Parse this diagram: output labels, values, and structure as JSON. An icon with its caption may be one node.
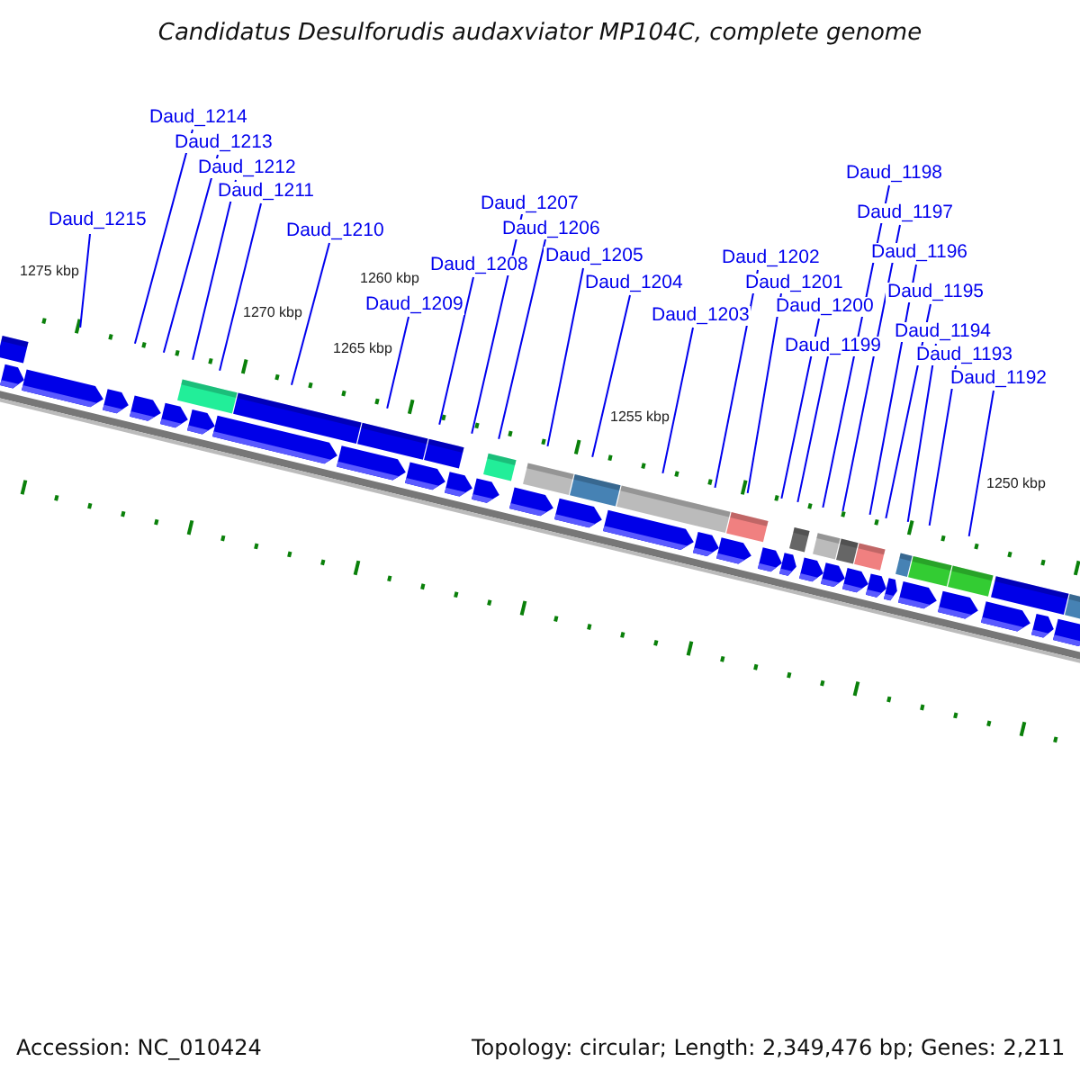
{
  "diagram": {
    "title": "Candidatus Desulforudis audaxviator MP104C, complete genome",
    "nodes": [
      {
        "text": [
          "Daud_1215"
        ]
      },
      {
        "text": [
          "Daud_1214"
        ]
      },
      {
        "text": [
          "Daud_1213"
        ]
      },
      {
        "text": [
          "Daud_1212"
        ]
      },
      {
        "text": [
          "Daud_1211"
        ]
      },
      {
        "text": [
          "Daud_1210"
        ]
      },
      {
        "text": [
          "Daud_1209"
        ]
      },
      {
        "text": [
          "Daud_1208"
        ]
      },
      {
        "text": [
          "Daud_1207"
        ]
      },
      {
        "text": [
          "Daud_1206"
        ]
      },
      {
        "text": [
          "Daud_1205"
        ]
      },
      {
        "text": [
          "Daud_1204"
        ]
      },
      {
        "text": [
          "Daud_1203"
        ]
      },
      {
        "text": [
          "Daud_1202"
        ]
      },
      {
        "text": [
          "Daud_1201"
        ]
      },
      {
        "text": [
          "Daud_1200"
        ]
      },
      {
        "text": [
          "Daud_1199"
        ]
      },
      {
        "text": [
          "Daud_1198"
        ]
      },
      {
        "text": [
          "Daud_1197"
        ]
      },
      {
        "text": [
          "Daud_1196"
        ]
      },
      {
        "text": [
          "Daud_1195"
        ]
      },
      {
        "text": [
          "Daud_1194"
        ]
      },
      {
        "text": [
          "Daud_1193"
        ]
      },
      {
        "text": [
          "Daud_1192"
        ]
      }
    ],
    "edges": [
      {
        "from": 0,
        "to": null,
        "arrow": "none"
      },
      {
        "from": 1,
        "to": null,
        "arrow": "none"
      },
      {
        "from": 2,
        "to": null,
        "arrow": "none"
      },
      {
        "from": 3,
        "to": null,
        "arrow": "none"
      },
      {
        "from": 4,
        "to": null,
        "arrow": "none"
      },
      {
        "from": 5,
        "to": null,
        "arrow": "none"
      },
      {
        "from": 6,
        "to": null,
        "arrow": "none"
      },
      {
        "from": 7,
        "to": null,
        "arrow": "none"
      },
      {
        "from": 8,
        "to": null,
        "arrow": "none"
      },
      {
        "from": 9,
        "to": null,
        "arrow": "none"
      },
      {
        "from": 10,
        "to": null,
        "arrow": "none"
      },
      {
        "from": 11,
        "to": null,
        "arrow": "none"
      },
      {
        "from": 12,
        "to": null,
        "arrow": "none"
      },
      {
        "from": 13,
        "to": null,
        "arrow": "none"
      },
      {
        "from": 14,
        "to": null,
        "arrow": "none"
      },
      {
        "from": 15,
        "to": null,
        "arrow": "none"
      },
      {
        "from": 16,
        "to": null,
        "arrow": "none"
      },
      {
        "from": 17,
        "to": null,
        "arrow": "none"
      },
      {
        "from": 18,
        "to": null,
        "arrow": "none"
      },
      {
        "from": 19,
        "to": null,
        "arrow": "none"
      },
      {
        "from": 20,
        "to": null,
        "arrow": "none"
      },
      {
        "from": 21,
        "to": null,
        "arrow": "none"
      },
      {
        "from": 22,
        "to": null,
        "arrow": "none"
      },
      {
        "from": 23,
        "to": null,
        "arrow": "none"
      }
    ],
    "labels": [
      "1275 kbp",
      "1270 kbp",
      "1265 kbp",
      "1260 kbp",
      "1255 kbp",
      "1250 kbp",
      "Accession: NC_010424",
      "Topology: circular; Length: 2,349,476 bp; Genes: 2,211"
    ]
  }
}
